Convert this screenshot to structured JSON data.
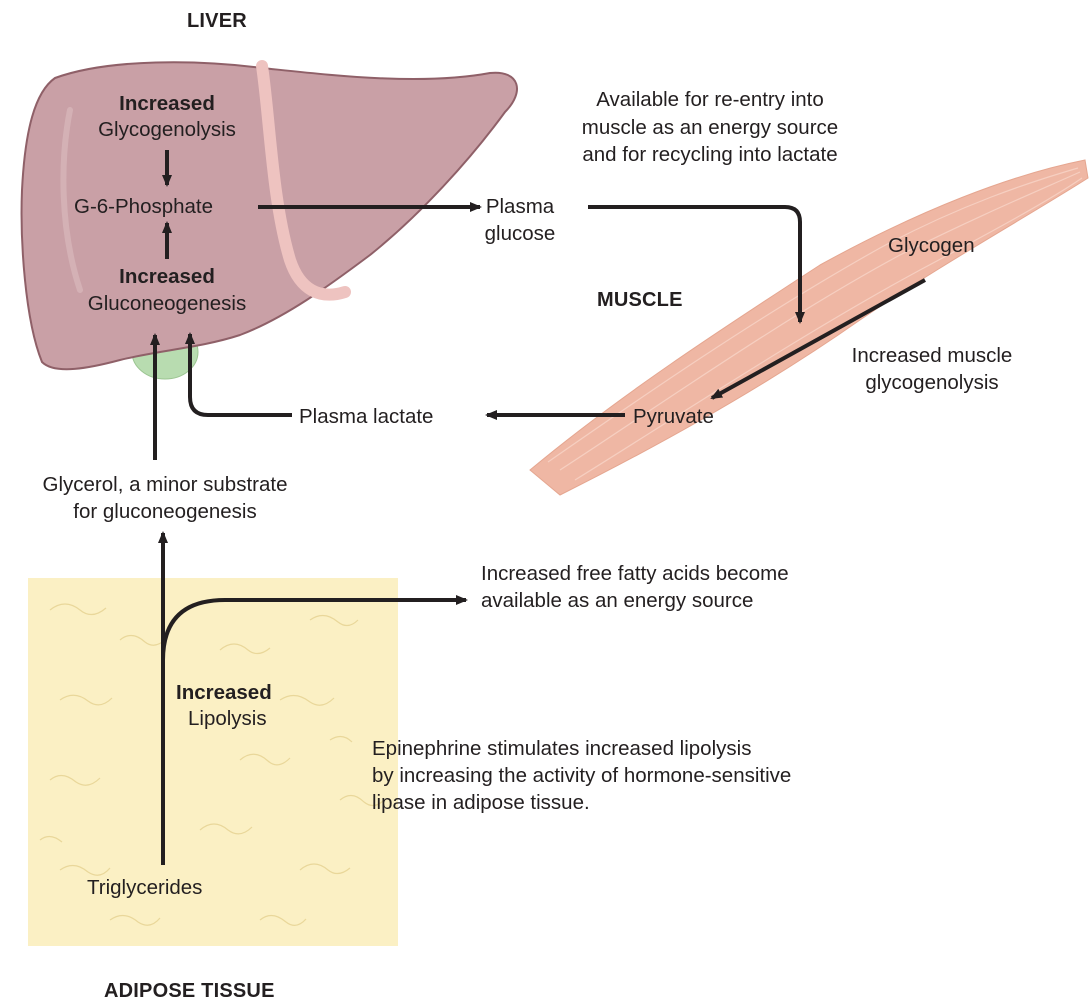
{
  "labels": {
    "liver": "LIVER",
    "muscle": "MUSCLE",
    "adipose": "ADIPOSE TISSUE"
  },
  "liver_text": {
    "inc1": "Increased",
    "glycogenolysis": "Glycogenolysis",
    "g6p": "G-6-Phosphate",
    "inc2": "Increased",
    "gluconeogenesis": "Gluconeogenesis"
  },
  "plasma_glucose": [
    "Plasma",
    "glucose"
  ],
  "available_reentry": [
    "Available for re-entry into",
    "muscle as an energy source",
    "and for recycling into lactate"
  ],
  "muscle_text": {
    "glycogen": "Glycogen",
    "increased_muscle": [
      "Increased muscle",
      "glycogenolysis"
    ],
    "pyruvate": "Pyruvate"
  },
  "plasma_lactate": "Plasma lactate",
  "glycerol": [
    "Glycerol, a minor substrate",
    "for gluconeogenesis"
  ],
  "ffa": [
    "Increased free fatty acids become",
    "available as an energy source"
  ],
  "adipose_text": {
    "inc": "Increased",
    "lipolysis": "Lipolysis",
    "triglycerides": "Triglycerides"
  },
  "epinephrine": [
    "Epinephrine stimulates increased lipolysis",
    "by increasing the activity of hormone-sensitive",
    "lipase in adipose tissue."
  ],
  "colors": {
    "liver": "#c9a0a6",
    "liver_edge": "#8f6068",
    "ligament": "#eec3c0",
    "gallbladder": "#b8dcb0",
    "muscle": "#efb7a4",
    "adipose": "#fbf0c4",
    "arrow": "#231f20"
  }
}
